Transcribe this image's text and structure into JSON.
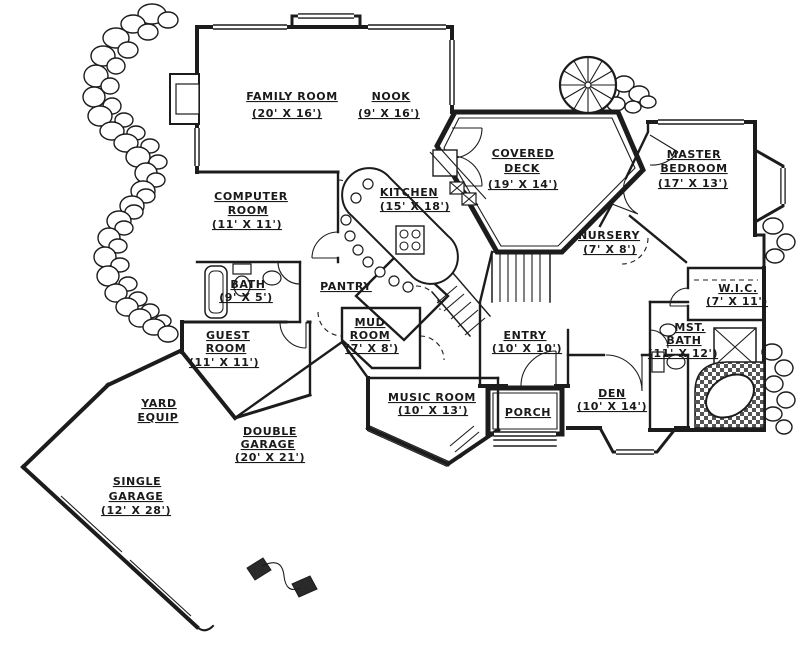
{
  "sheet": {
    "type": "architectural-floor-plan",
    "bg": "#ffffff",
    "ink": "#1c1c1c"
  },
  "plan": {
    "rooms": [
      {
        "id": "family-room",
        "name_lines": [
          "FAMILY ROOM"
        ],
        "dims": "(20' X 16')"
      },
      {
        "id": "nook",
        "name_lines": [
          "NOOK"
        ],
        "dims": "(9' X 16')"
      },
      {
        "id": "covered-deck",
        "name_lines": [
          "COVERED",
          "DECK"
        ],
        "dims": "(19' X 14')"
      },
      {
        "id": "master-bedroom",
        "name_lines": [
          "MASTER",
          "BEDROOM"
        ],
        "dims": "(17' X 13')"
      },
      {
        "id": "computer-room",
        "name_lines": [
          "COMPUTER",
          "ROOM"
        ],
        "dims": "(11' X 11')"
      },
      {
        "id": "kitchen",
        "name_lines": [
          "KITCHEN"
        ],
        "dims": "(15' X 18')"
      },
      {
        "id": "bath",
        "name_lines": [
          "BATH"
        ],
        "dims": "(9' X 5')"
      },
      {
        "id": "pantry",
        "name_lines": [
          "PANTRY"
        ],
        "dims": ""
      },
      {
        "id": "guest-room",
        "name_lines": [
          "GUEST",
          "ROOM"
        ],
        "dims": "(11' X 11')"
      },
      {
        "id": "mud-room",
        "name_lines": [
          "MUD",
          "ROOM"
        ],
        "dims": "(7' X 8')"
      },
      {
        "id": "nursery",
        "name_lines": [
          "NURSERY"
        ],
        "dims": "(7' X 8')"
      },
      {
        "id": "entry",
        "name_lines": [
          "ENTRY"
        ],
        "dims": "(10' X 10')"
      },
      {
        "id": "wic",
        "name_lines": [
          "W.I.C."
        ],
        "dims": "(7' X 11')"
      },
      {
        "id": "master-bath",
        "name_lines": [
          "MST.",
          "BATH"
        ],
        "dims": "(11' X 12')"
      },
      {
        "id": "den",
        "name_lines": [
          "DEN"
        ],
        "dims": "(10' X 14')"
      },
      {
        "id": "porch",
        "name_lines": [
          "PORCH"
        ],
        "dims": ""
      },
      {
        "id": "music-room",
        "name_lines": [
          "MUSIC ROOM"
        ],
        "dims": "(10' X 13')"
      },
      {
        "id": "yard-equip",
        "name_lines": [
          "YARD",
          "EQUIP"
        ],
        "dims": ""
      },
      {
        "id": "double-garage",
        "name_lines": [
          "DOUBLE",
          "GARAGE"
        ],
        "dims": "(20' X 21')"
      },
      {
        "id": "single-garage",
        "name_lines": [
          "SINGLE",
          "GARAGE"
        ],
        "dims": "(12' X 28')"
      }
    ]
  }
}
